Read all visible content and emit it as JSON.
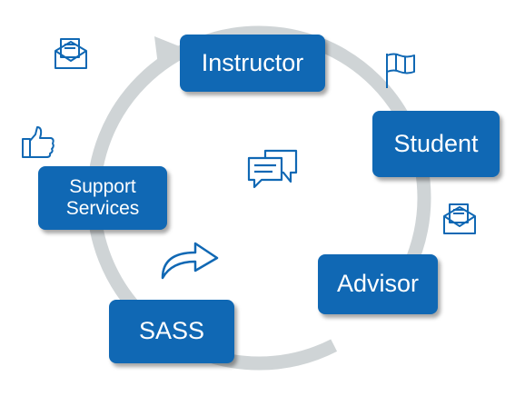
{
  "diagram": {
    "nodes": [
      {
        "id": "instructor",
        "label": "Instructor"
      },
      {
        "id": "student",
        "label": "Student"
      },
      {
        "id": "advisor",
        "label": "Advisor"
      },
      {
        "id": "sass",
        "label": "SASS"
      },
      {
        "id": "support",
        "label_lines": [
          "Support",
          "Services"
        ]
      }
    ],
    "icons": [
      "envelope-icon",
      "flag-icon",
      "thumbs-up-icon",
      "chat-bubbles-icon",
      "curved-arrow-icon",
      "envelope-icon"
    ],
    "colors": {
      "node_fill": "#1068b4",
      "node_text": "#ffffff",
      "cycle_arrow": "#cfd4d6",
      "icon_stroke": "#1068b4"
    }
  }
}
